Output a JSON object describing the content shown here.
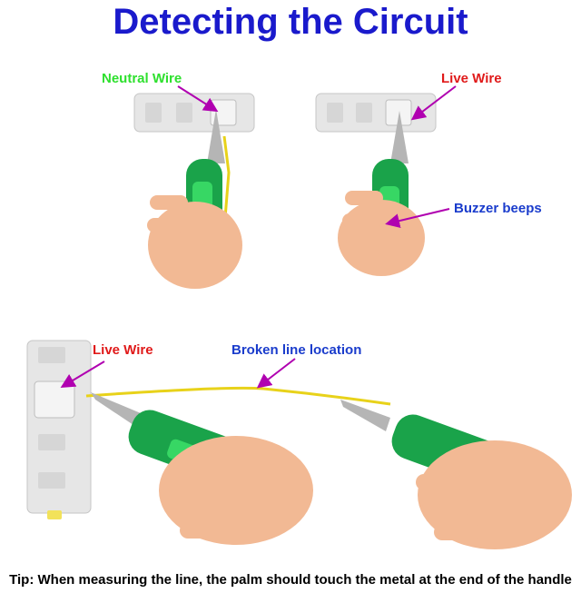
{
  "title": "Detecting the Circuit",
  "labels": {
    "neutral_wire": "Neutral Wire",
    "live_wire_top": "Live Wire",
    "buzzer_beeps": "Buzzer beeps",
    "live_wire_bottom": "Live Wire",
    "broken_line": "Broken line location"
  },
  "tip": "Tip: When measuring the line, the palm should touch the metal at the end of the handle",
  "colors": {
    "title": "#1a1acc",
    "neutral": "#2ee02e",
    "live": "#e01a1a",
    "info": "#1a3ccc",
    "arrow": "#b000b0",
    "handle_green": "#1aa34a",
    "wire_yellow": "#e8d21a"
  }
}
